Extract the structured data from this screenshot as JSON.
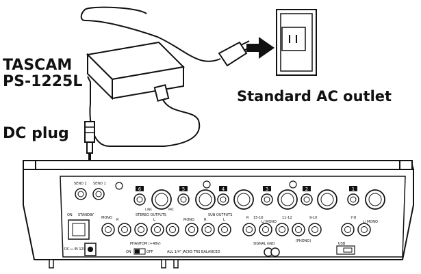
{
  "labels": {
    "adapter_model_line1": "TASCAM",
    "adapter_model_line2": "PS-1225L",
    "outlet": "Standard AC outlet",
    "dc_plug": "DC plug"
  },
  "panel": {
    "send_2": "SEND 2",
    "send_1": "SEND 1",
    "on": "ON",
    "standby": "STANDBY",
    "mono": "MONO",
    "stereo_outputs": "STEREO OUTPUTS",
    "sub_outputs": "SUB OUTPUTS",
    "r": "R",
    "l": "L",
    "l_mono": "L/ MONO",
    "phantom": "PHANTOM (+48V)",
    "on_small": "ON",
    "off_small": "OFF",
    "jacks_note": "ALL 1/4\" JACKS TRS BALANCED",
    "signal_gnd": "SIGNAL GND",
    "phono": "(PHONO)",
    "usb": "USB",
    "dc_in": "DC ⎓ IN 12V",
    "line": "LINE",
    "mic": "MIC",
    "ch_6": "6",
    "ch_5": "5",
    "ch_4": "4",
    "ch_3": "3",
    "ch_2": "2",
    "ch_1": "1",
    "ch_15_16": "15-16",
    "ch_11_12": "11-12",
    "ch_9_10": "9-10",
    "ch_7_8": "7-8"
  }
}
